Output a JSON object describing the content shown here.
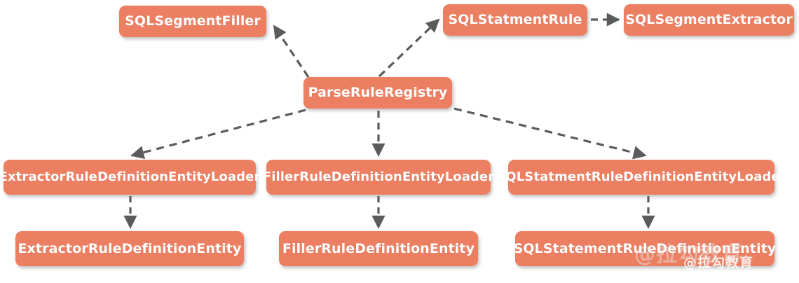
{
  "diagram": {
    "type": "class-relationship-diagram",
    "background_color": "#ffffff",
    "node_fill_color": "#ec7f62",
    "node_text_color": "#ffffff",
    "edge_color": "#5b5b5b",
    "edge_style": "dashed-arrow",
    "nodes": [
      {
        "id": "sqlsegmentfiller",
        "label": "SQLSegmentFiller"
      },
      {
        "id": "sqlstatmentrule",
        "label": "SQLStatmentRule"
      },
      {
        "id": "sqlsegmentextractor",
        "label": "SQLSegmentExtractor"
      },
      {
        "id": "parseruleregistry",
        "label": "ParseRuleRegistry"
      },
      {
        "id": "extractorloader",
        "label": "ExtractorRuleDefinitionEntityLoader"
      },
      {
        "id": "fillerloader",
        "label": "FillerRuleDefinitionEntityLoader"
      },
      {
        "id": "sqlstatmentloader",
        "label": "SQLStatmentRuleDefinitionEntityLoader"
      },
      {
        "id": "extractorentity",
        "label": "ExtractorRuleDefinitionEntity"
      },
      {
        "id": "fillerentity",
        "label": "FillerRuleDefinitionEntity"
      },
      {
        "id": "sqlstatemententity",
        "label": "SQLStatementRuleDefinitionEntity"
      }
    ],
    "edges": [
      {
        "from": "parseruleregistry",
        "to": "sqlsegmentfiller"
      },
      {
        "from": "parseruleregistry",
        "to": "sqlstatmentrule"
      },
      {
        "from": "sqlstatmentrule",
        "to": "sqlsegmentextractor"
      },
      {
        "from": "parseruleregistry",
        "to": "extractorloader"
      },
      {
        "from": "parseruleregistry",
        "to": "fillerloader"
      },
      {
        "from": "parseruleregistry",
        "to": "sqlstatmentloader"
      },
      {
        "from": "extractorloader",
        "to": "extractorentity"
      },
      {
        "from": "fillerloader",
        "to": "fillerentity"
      },
      {
        "from": "sqlstatmentloader",
        "to": "sqlstatemententity"
      }
    ]
  },
  "watermark": {
    "large_text": "@拉勾教育",
    "small_text": "@拉勾教育"
  }
}
